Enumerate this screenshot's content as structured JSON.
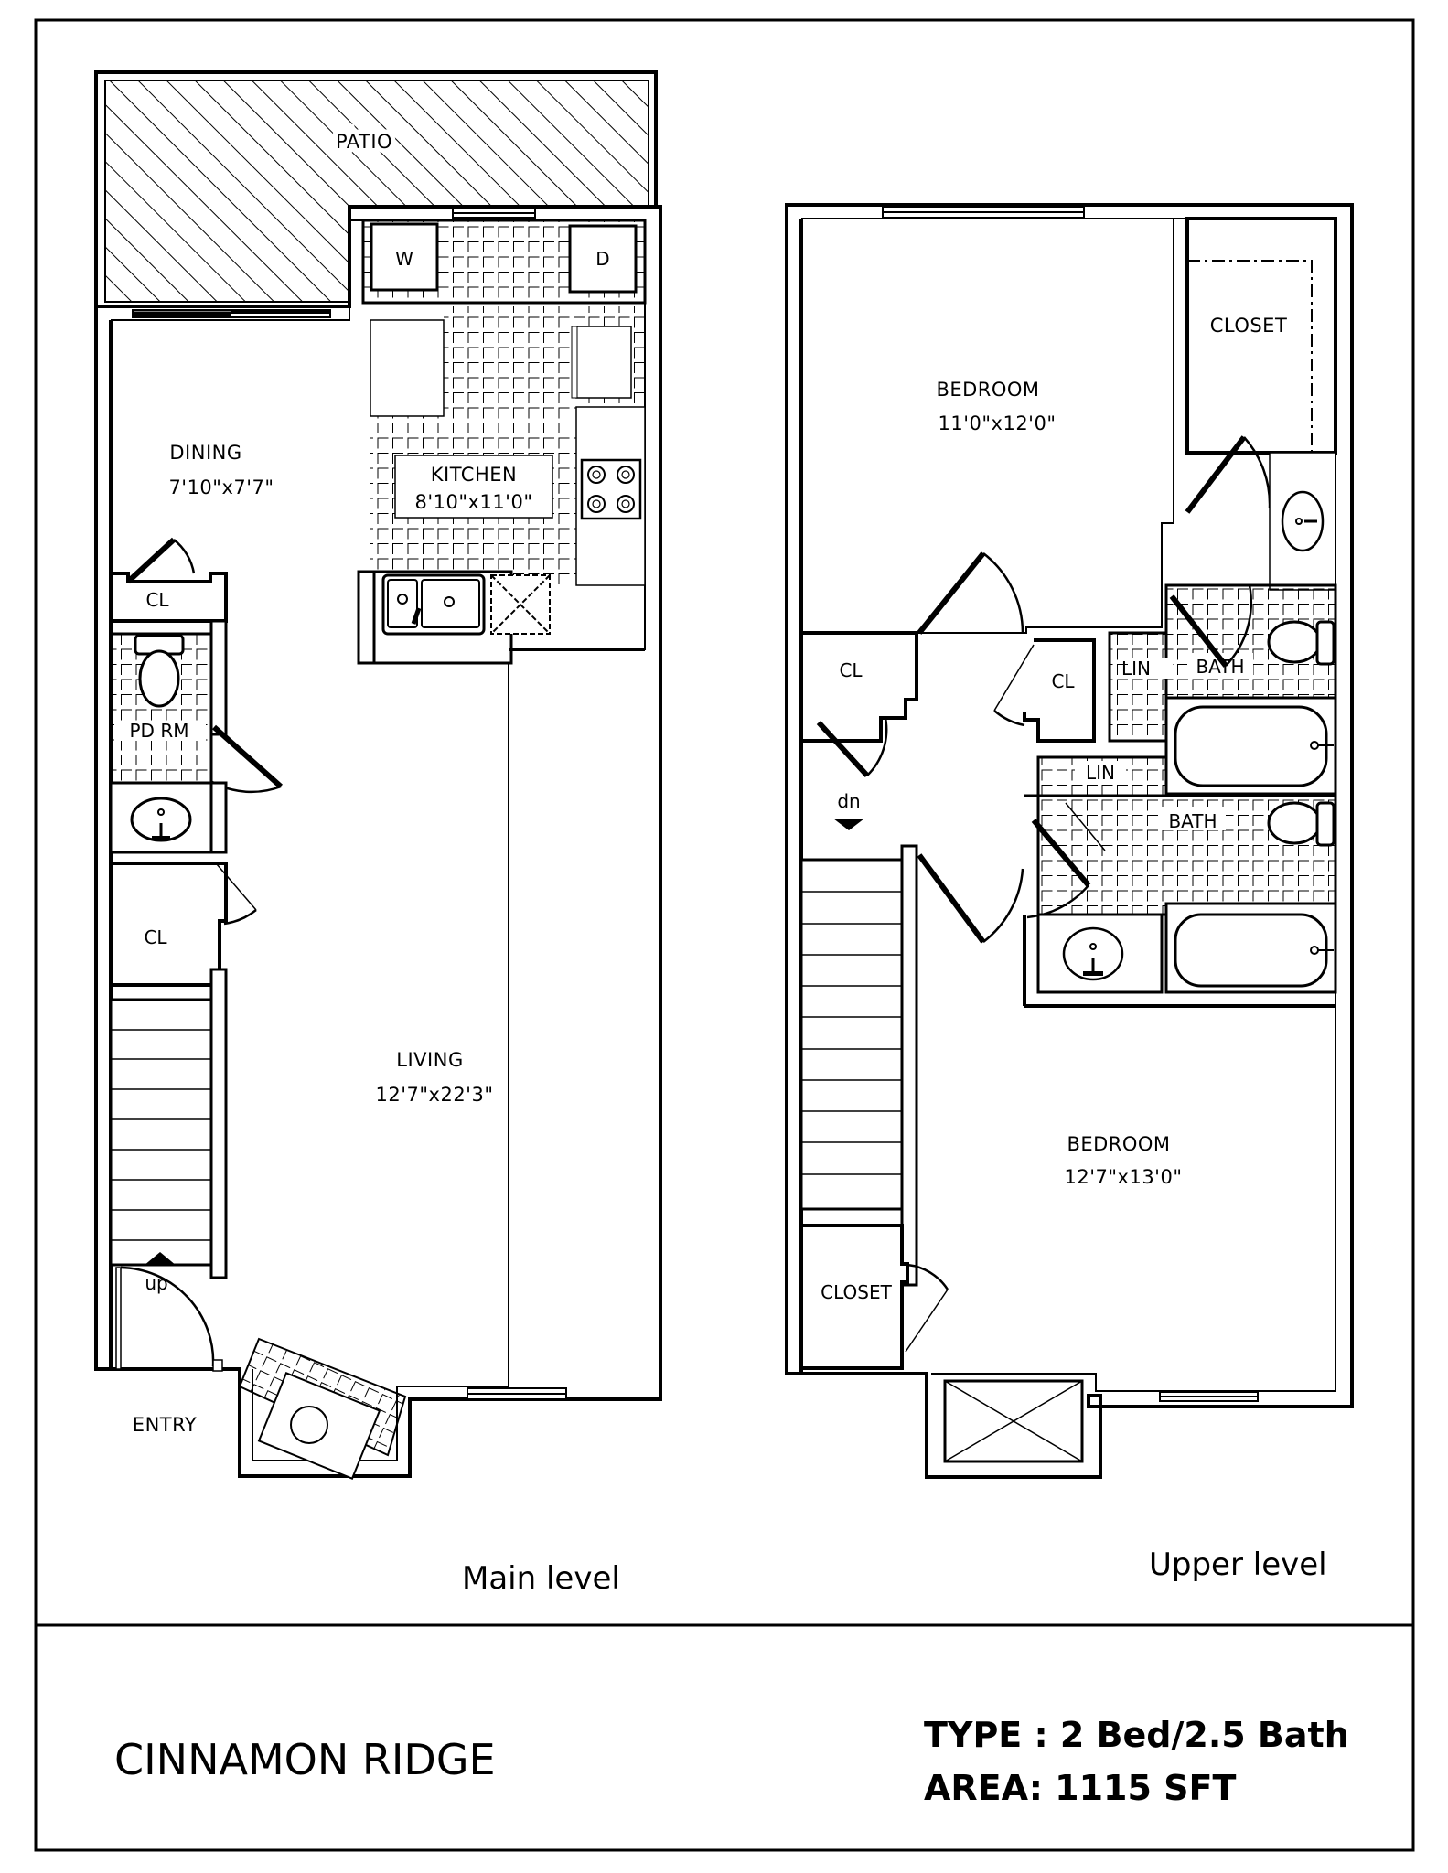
{
  "levels": {
    "main": {
      "label": "Main level",
      "rooms": {
        "patio": "PATIO",
        "dining": {
          "name": "DINING",
          "size": "7'10\"x7'7\""
        },
        "kitchen": {
          "name": "KITCHEN",
          "size": "8'10\"x11'0\""
        },
        "closet_dining": "CL",
        "powder_room": "PD RM",
        "closet_stair": "CL",
        "living": {
          "name": "LIVING",
          "size": "12'7\"x22'3\""
        },
        "entry": "ENTRY"
      },
      "fixtures": {
        "washer": "W",
        "dryer": "D"
      },
      "stair_direction": "up"
    },
    "upper": {
      "label": "Upper level",
      "rooms": {
        "bedroom_1": {
          "name": "BEDROOM",
          "size": "11'0\"x12'0\""
        },
        "closet_bedroom_1": "CLOSET",
        "closet_hall_left": "CL",
        "closet_hall_right": "CL",
        "linen_1": "LIN",
        "bath_1": "BATH",
        "linen_2": "LIN",
        "bath_2": "BATH",
        "bedroom_2": {
          "name": "BEDROOM",
          "size": "12'7\"x13'0\""
        },
        "closet_bedroom_2": "CLOSET"
      },
      "stair_direction": "dn"
    }
  },
  "title_block": {
    "property_name": "CINNAMON RIDGE",
    "type": "TYPE : 2 Bed/2.5 Bath",
    "area": "AREA: 1115 SFT"
  }
}
